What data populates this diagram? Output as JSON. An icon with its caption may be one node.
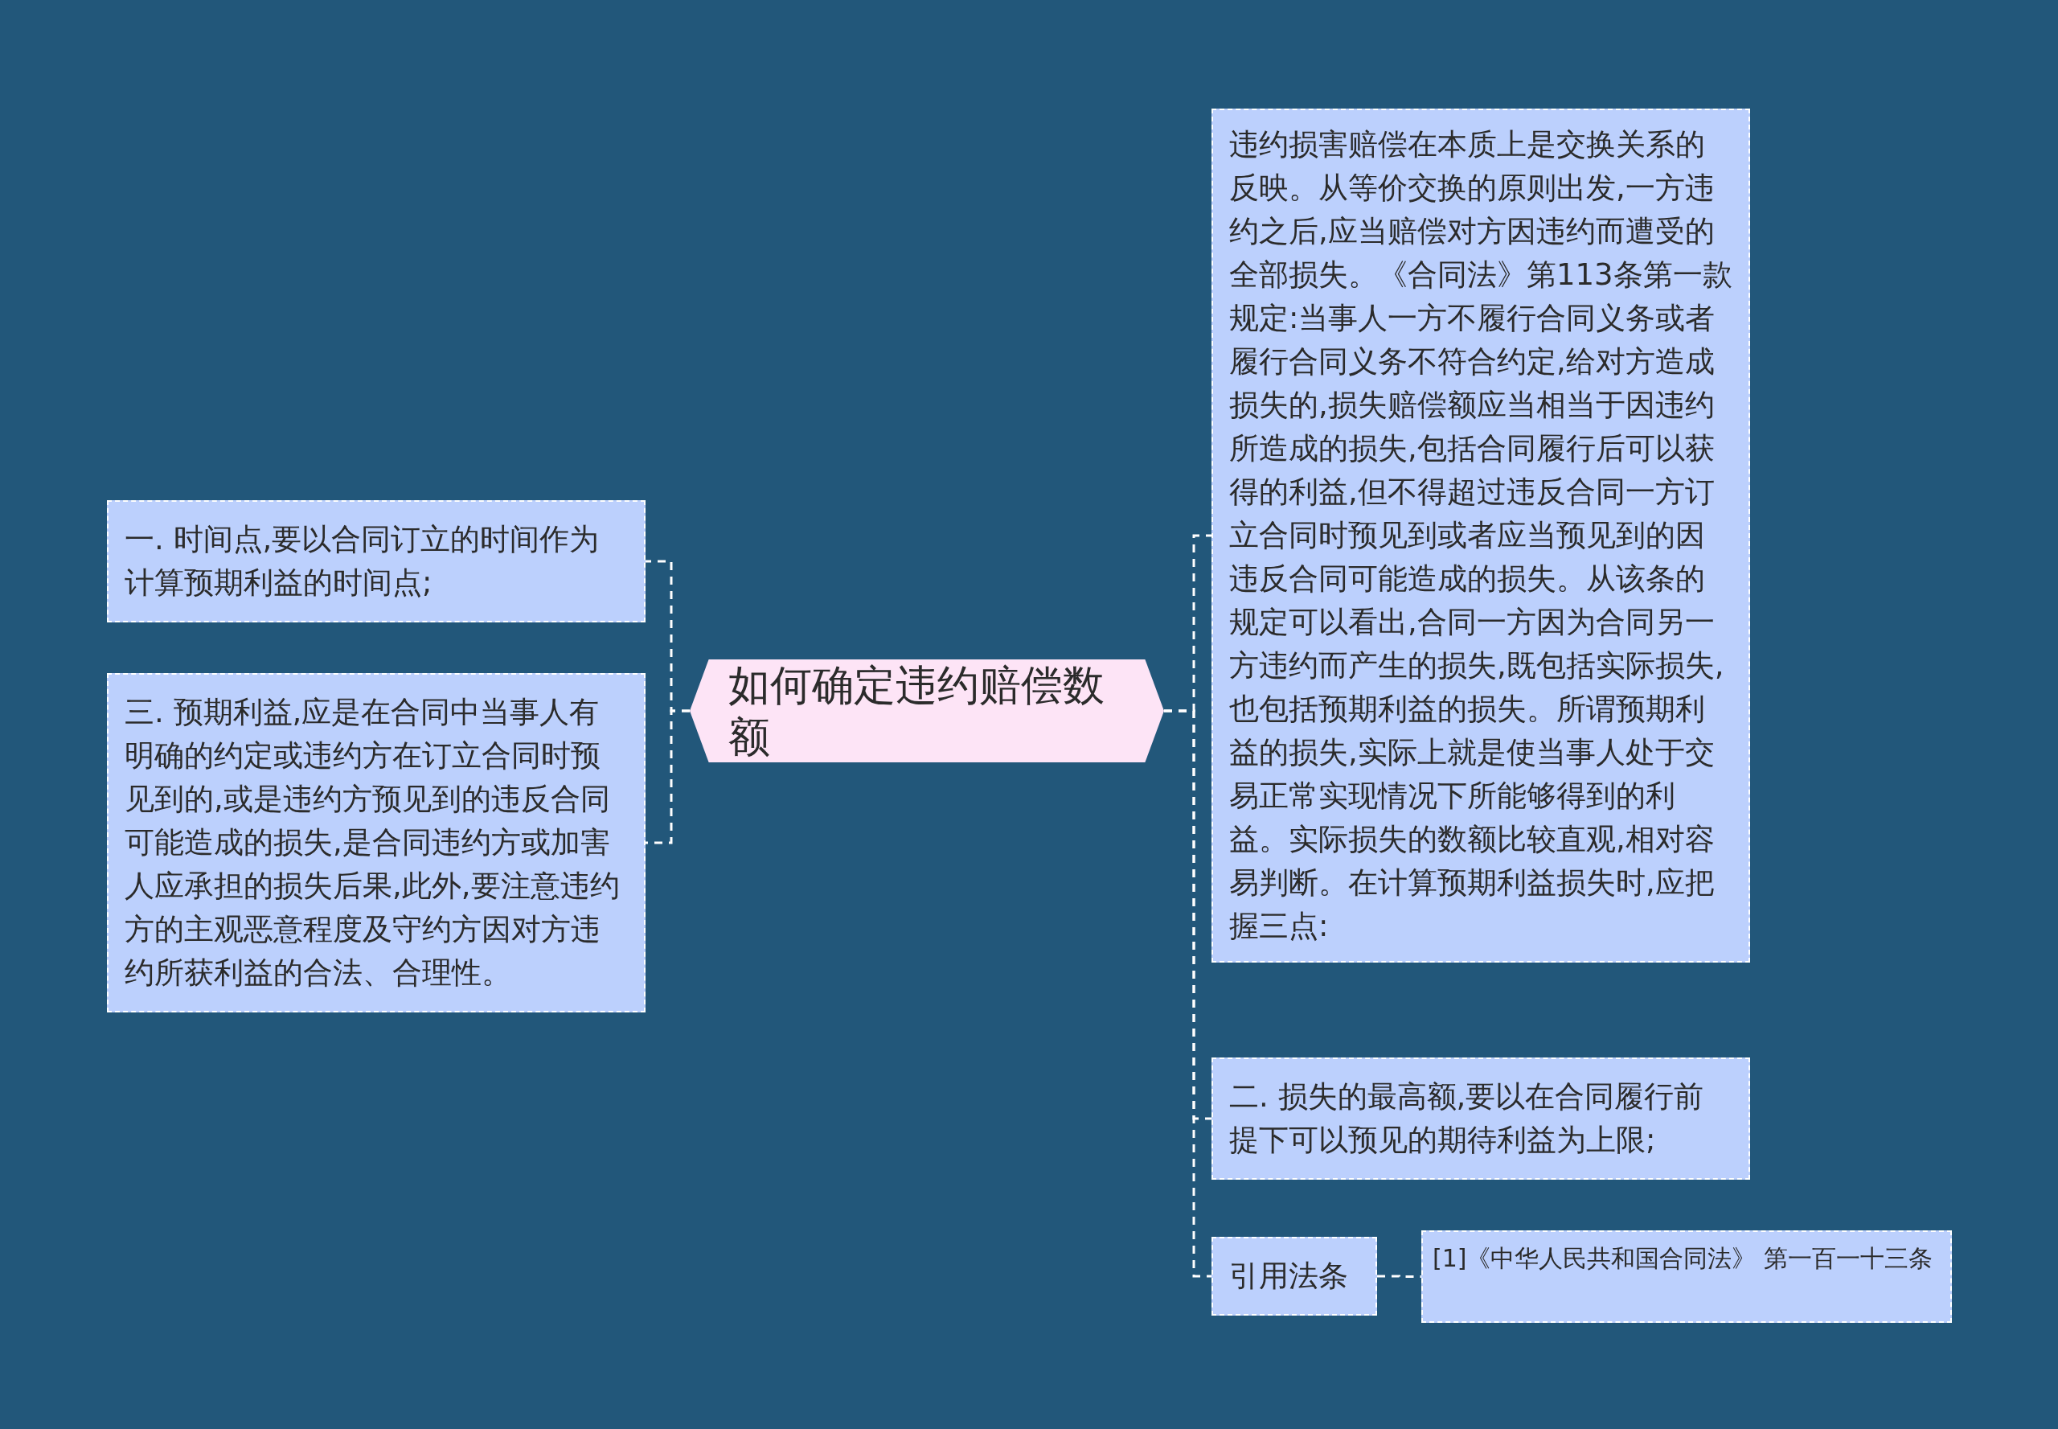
{
  "diagram": {
    "nodes": [
      {
        "text": [
          "如何确定违约赔偿数额"
        ]
      },
      {
        "text": [
          "一. 时间点,要以合同订立的时间作为计算预期利益的时间点;"
        ]
      },
      {
        "text": [
          "三. 预期利益,应是在合同中当事人有明确的约定或违约方在订立合同时预见到的,或是违约方预见到的违反合同可能造成的损失,是合同违约方或加害人应承担的损失后果,此外,要注意违约方的主观恶意程度及守约方因对方违约所获利益的合法、合理性。"
        ]
      },
      {
        "text": [
          "违约损害赔偿在本质上是交换关系的反映。从等价交换的原则出发,一方违约之后,应当赔偿对方因违约而遭受的全部损失。《合同法》第113条第一款规定:当事人一方不履行合同义务或者履行合同义务不符合约定,给对方造成损失的,损失赔偿额应当相当于因违约所造成的损失,包括合同履行后可以获得的利益,但不得超过违反合同一方订立合同时预见到或者应当预见到的因违反合同可能造成的损失。从该条的规定可以看出,合同一方因为合同另一方违约而产生的损失,既包括实际损失,也包括预期利益的损失。所谓预期利益的损失,实际上就是使当事人处于交易正常实现情况下所能够得到的利益。实际损失的数额比较直观,相对容易判断。在计算预期利益损失时,应把握三点:"
        ]
      },
      {
        "text": [
          "二. 损失的最高额,要以在合同履行前提下可以预见的期待利益为上限;"
        ]
      },
      {
        "text": [
          "引用法条"
        ]
      },
      {
        "text": [
          "[1]《中华人民共和国合同法》 第一百一十三条"
        ]
      }
    ],
    "edges": [
      {
        "from": 0,
        "to": 1,
        "arrow": "none"
      },
      {
        "from": 0,
        "to": 2,
        "arrow": "none"
      },
      {
        "from": 0,
        "to": 3,
        "arrow": "none"
      },
      {
        "from": 0,
        "to": 4,
        "arrow": "none"
      },
      {
        "from": 0,
        "to": 5,
        "arrow": "none"
      },
      {
        "from": 5,
        "to": 6,
        "arrow": "none"
      }
    ]
  }
}
